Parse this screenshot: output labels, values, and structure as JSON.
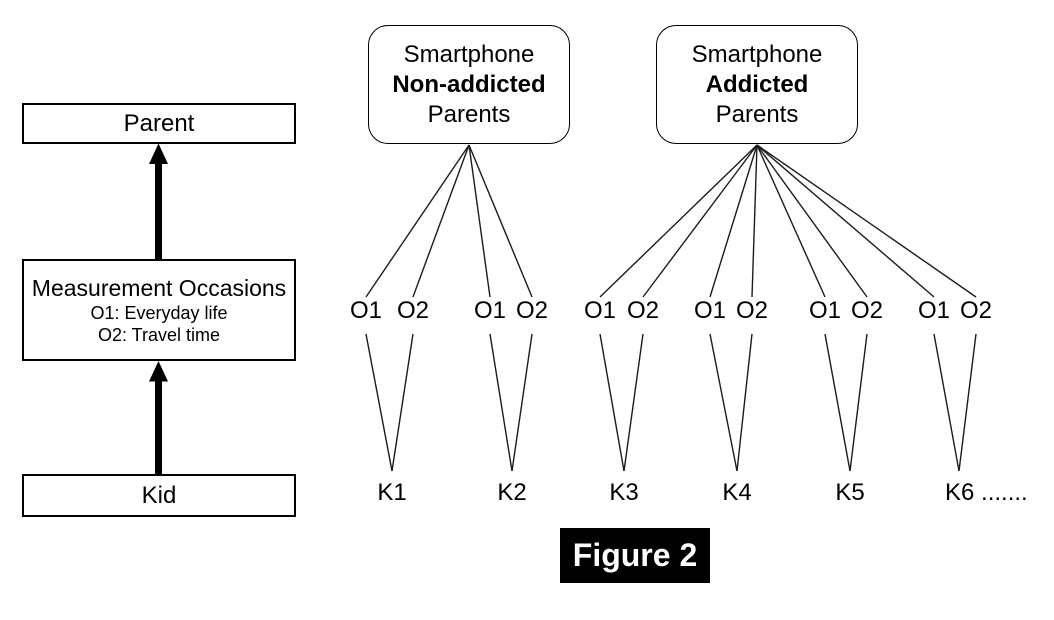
{
  "hierarchy": {
    "parent_label": "Parent",
    "measurement": {
      "title": "Measurement Occasions",
      "items": [
        "O1: Everyday life",
        "O2: Travel time"
      ]
    },
    "kid_label": "Kid"
  },
  "groups": [
    {
      "name_lines": [
        "Smartphone",
        "Non-addicted",
        "Parents"
      ],
      "bold_line": "Non-addicted",
      "kids": [
        {
          "label": "K1",
          "occasions": [
            "O1",
            "O2"
          ]
        },
        {
          "label": "K2",
          "occasions": [
            "O1",
            "O2"
          ]
        }
      ]
    },
    {
      "name_lines": [
        "Smartphone",
        "Addicted",
        "Parents"
      ],
      "bold_line": "Addicted",
      "kids": [
        {
          "label": "K3",
          "occasions": [
            "O1",
            "O2"
          ]
        },
        {
          "label": "K4",
          "occasions": [
            "O1",
            "O2"
          ]
        },
        {
          "label": "K5",
          "occasions": [
            "O1",
            "O2"
          ]
        },
        {
          "label": "K6",
          "suffix": ".......",
          "occasions": [
            "O1",
            "O2"
          ]
        }
      ]
    }
  ],
  "caption": "Figure 2",
  "colors": {
    "diagram_line": "#1c1c1c",
    "box_border": "#000000",
    "arrow": "#000000",
    "caption_background": "#000000",
    "caption_text": "#ffffff"
  }
}
